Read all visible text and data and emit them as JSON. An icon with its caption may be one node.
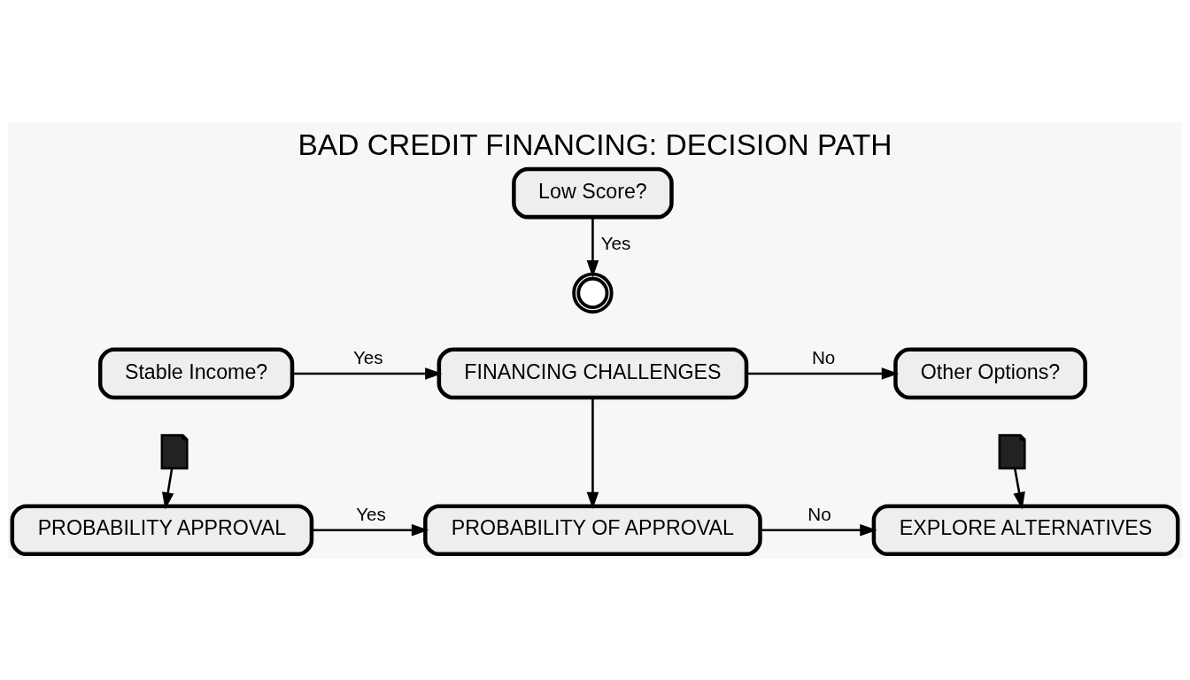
{
  "diagram": {
    "title": "BAD CREDIT FINANCING: DECISION PATH",
    "nodes": [
      {
        "text": [
          "Low Score?"
        ]
      },
      {
        "text": [
          "FINANCING CHALLENGES"
        ]
      },
      {
        "text": [
          "Stable Income?"
        ]
      },
      {
        "text": [
          "Other Options?"
        ]
      },
      {
        "text": [
          "PROBABILITY APPROVAL"
        ]
      },
      {
        "text": [
          "PROBABILITY OF APPROVAL"
        ]
      },
      {
        "text": [
          "EXPLORE ALTERNATIVES"
        ]
      },
      {
        "text": [],
        "shape": "circle"
      },
      {
        "text": [],
        "shape": "picture"
      },
      {
        "text": [],
        "shape": "picture"
      }
    ],
    "edges": [
      {
        "from": 0,
        "to": 7,
        "arrow": "to",
        "label": "Yes"
      },
      {
        "from": 2,
        "to": 1,
        "arrow": "to",
        "label": "Yes"
      },
      {
        "from": 1,
        "to": 3,
        "arrow": "to",
        "label": "No"
      },
      {
        "from": 8,
        "to": 4,
        "arrow": "to"
      },
      {
        "from": 1,
        "to": 5,
        "arrow": "to"
      },
      {
        "from": 9,
        "to": 6,
        "arrow": "to"
      },
      {
        "from": 4,
        "to": 5,
        "arrow": "to",
        "label": "Yes"
      },
      {
        "from": 5,
        "to": 6,
        "arrow": "to",
        "label": "No"
      }
    ]
  }
}
